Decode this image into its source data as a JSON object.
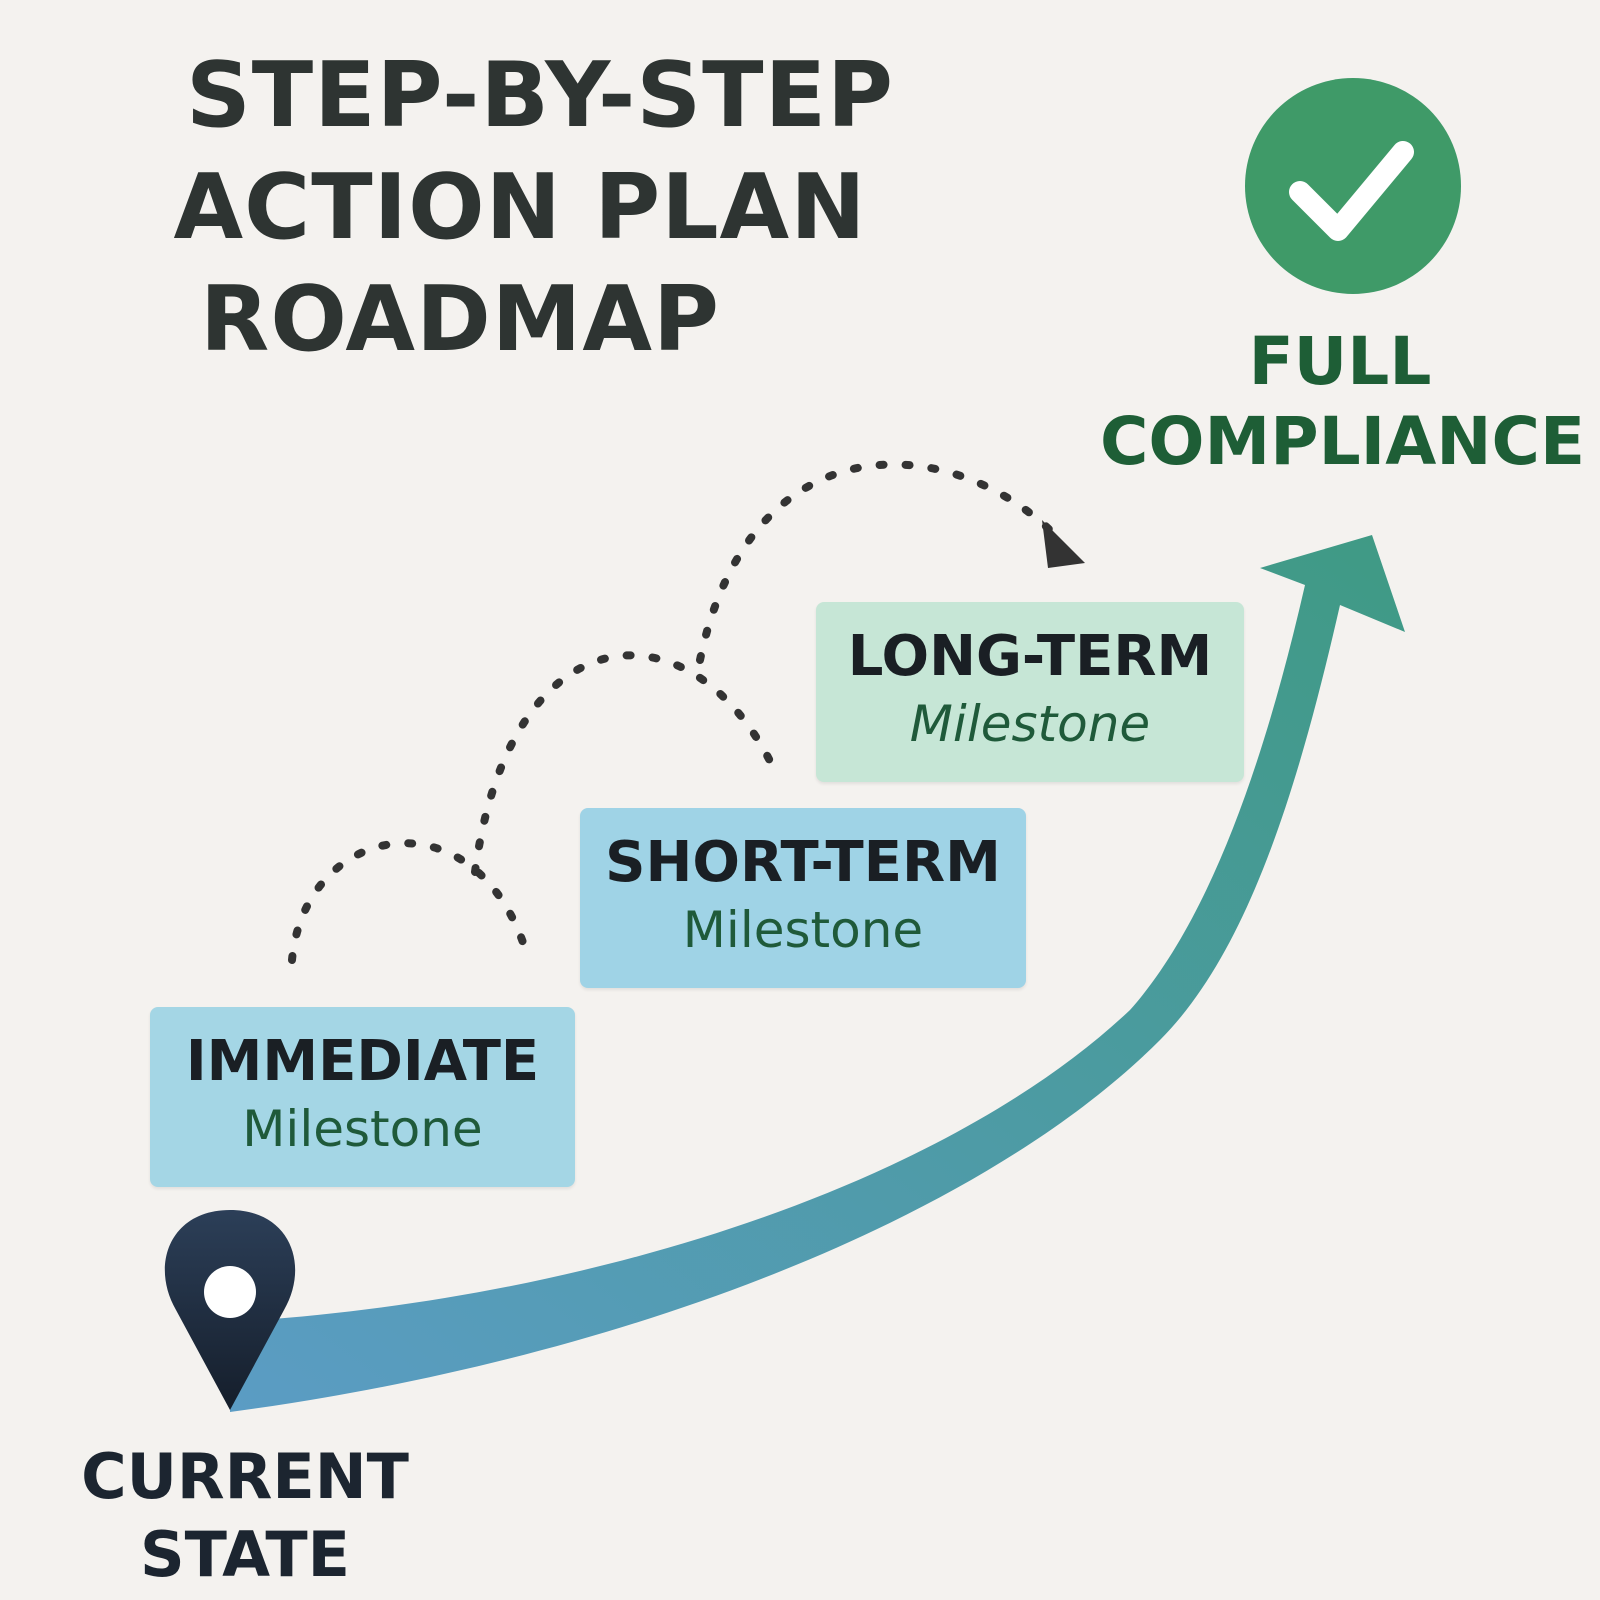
{
  "title": {
    "line1": "STEP-BY-STEP",
    "line2": "ACTION PLAN",
    "line3": "ROADMAP"
  },
  "start": {
    "line1": "CURRENT",
    "line2": "STATE",
    "icon": "location-pin-icon"
  },
  "goal": {
    "line1": "FULL",
    "line2": "COMPLIANCE",
    "icon": "check-circle-icon"
  },
  "milestones": [
    {
      "title": "IMMEDIATE",
      "subtitle": "Milestone"
    },
    {
      "title": "SHORT-TERM",
      "subtitle": "Milestone"
    },
    {
      "title": "LONG-TERM",
      "subtitle": "Milestone"
    }
  ],
  "colors": {
    "background": "#f4f2ef",
    "title_text": "#2e3432",
    "goal_green": "#3f9a68",
    "goal_text": "#1e5e36",
    "path_start": "#5b9cc4",
    "path_end": "#3f9a84",
    "pin": "#1f2d40",
    "immediate_box": "#a4d6e5",
    "short_term_box": "#9fd3e6",
    "long_term_box": "#c6e6d6"
  }
}
